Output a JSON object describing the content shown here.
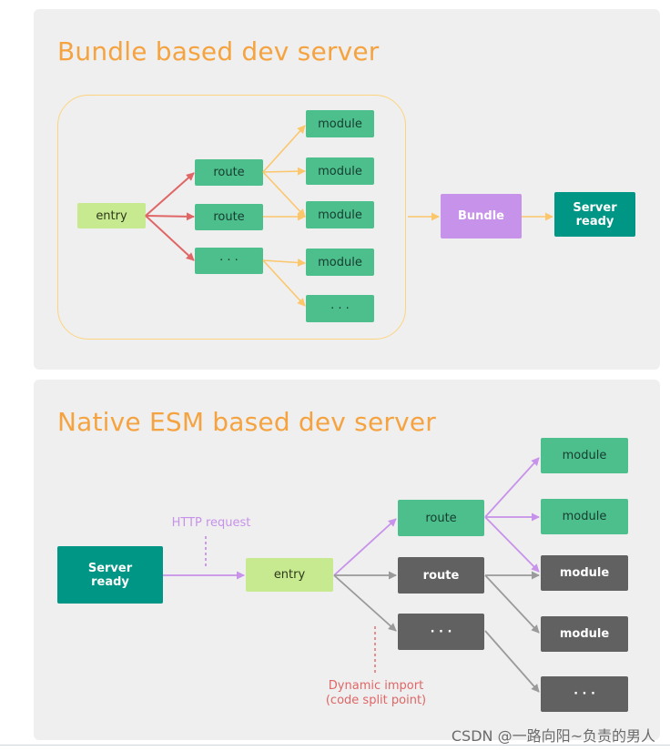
{
  "bundle_panel": {
    "title": "Bundle based dev server",
    "entry": "entry",
    "routes": [
      "route",
      "route",
      "· · ·"
    ],
    "modules": [
      "module",
      "module",
      "module",
      "module",
      "· · ·"
    ],
    "bundle": "Bundle",
    "server_ready": "Server\nready"
  },
  "esm_panel": {
    "title": "Native ESM based dev server",
    "server_ready": "Server\nready",
    "http_request": "HTTP request",
    "entry": "entry",
    "routes": [
      "route",
      "route",
      "· · ·"
    ],
    "modules": [
      "module",
      "module",
      "module",
      "module",
      "· · ·"
    ],
    "dynamic_import": "Dynamic import\n(code split point)"
  },
  "colors": {
    "title": "#f5a340",
    "module_green": "#4cbf8c",
    "entry_lime": "#c7e98f",
    "bundle_purple": "#c792ea",
    "server_teal": "#009685",
    "inactive_gray": "#616161",
    "arrow_red": "#e06666",
    "arrow_yellow": "#fcc66b",
    "arrow_purple": "#c792ea",
    "arrow_gray": "#9a9a9a"
  },
  "watermark": "CSDN @一路向阳~负责的男人"
}
